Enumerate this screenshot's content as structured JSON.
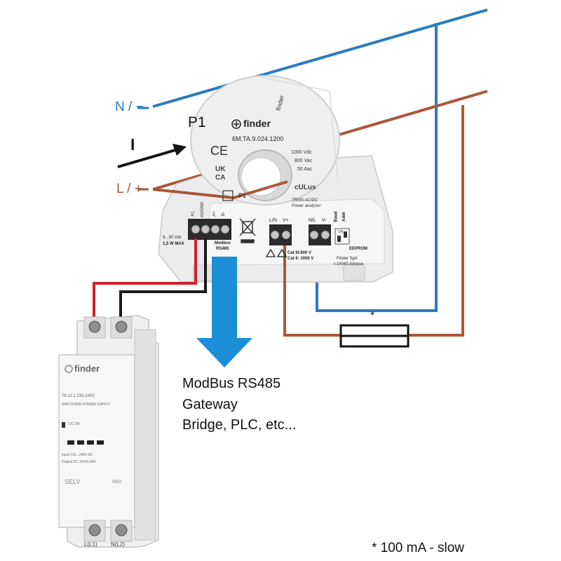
{
  "wires": {
    "neutral_label": "N / −",
    "live_label": "L / +",
    "colors": {
      "neutral": "#2a7bbf",
      "live": "#a9583a",
      "red": "#d0202a",
      "black": "#1a1a1a",
      "current_arrow": "#111111",
      "modbus_arrow": "#1a8fd8"
    }
  },
  "current": {
    "symbol": "I"
  },
  "sensor": {
    "name_label": "P1",
    "brand": "finder",
    "model": "6M.TA.9.024.1200",
    "ratings": [
      "1000 Vdc",
      "800 Vac",
      "50 Aac"
    ],
    "marks": {
      "ce": "CE",
      "ukca_1": "UK",
      "ukca_2": "CA",
      "ul": "cULus"
    },
    "p1_box": "P1",
    "desc_1": "TRMS AC/DC",
    "desc_2": "Power analyzer",
    "supply_1": "9...30 Vdc",
    "supply_2": "1,5 W MAX",
    "terminals_left": [
      "A1",
      "A2/GND",
      "A+",
      "B-"
    ],
    "modbus_1": "Modbus",
    "modbus_2": "RS485",
    "terminals_mid": [
      "L/N",
      "V+"
    ],
    "terminals_right": [
      "N/L",
      "V-"
    ],
    "cat_1": "Cat III:600 V",
    "cat_2": "Cat II: 1000 V",
    "dip": [
      "Baud",
      "Addr"
    ],
    "dip_on": "ON",
    "eeprom": "EEPROM",
    "maker_1": "Finder SpA",
    "maker_2": "I-10040-Almese",
    "side_text": "finder"
  },
  "psu": {
    "brand": "finder",
    "model": "78.12.1.230.2400",
    "type": "SWITCHING POWER SUPPLY",
    "dc_ok": "DC OK",
    "input": "Input 110...240V AC",
    "output": "Output DC 24V/0,42A",
    "selv": "SELV",
    "n50": "N50",
    "term_l": "L(L1)",
    "term_n": "N(L2)"
  },
  "fuse": {
    "marker": "*"
  },
  "modbus_target": {
    "line_1": "ModBus RS485",
    "line_2": "Gateway",
    "line_3": "Bridge, PLC, etc..."
  },
  "footnote": "* 100 mA - slow"
}
